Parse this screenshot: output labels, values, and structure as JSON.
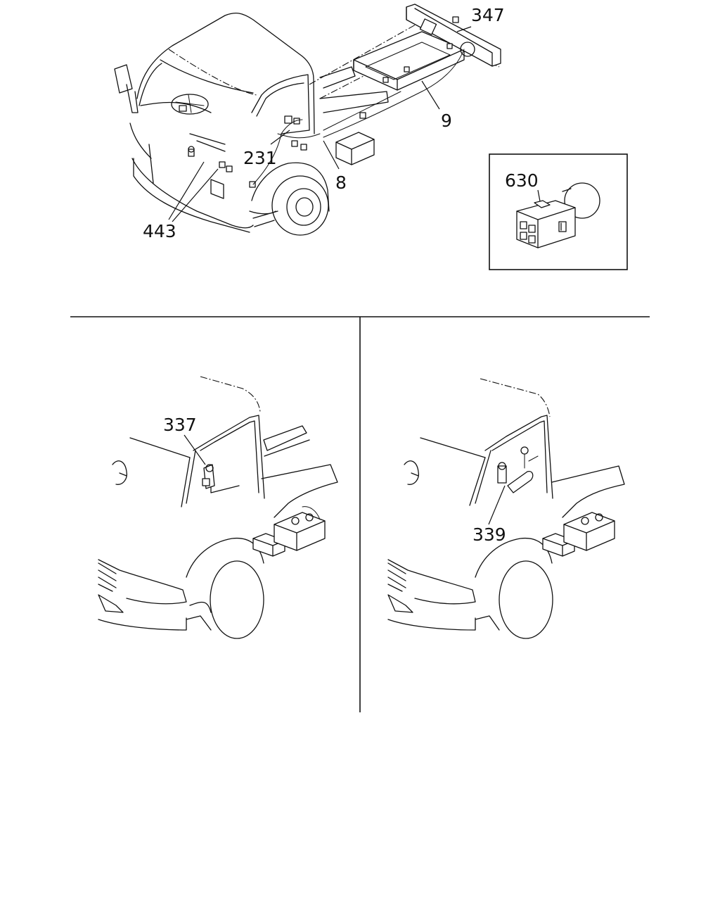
{
  "callouts": {
    "c347": "347",
    "c9": "9",
    "c231": "231",
    "c8": "8",
    "c443": "443",
    "c630": "630",
    "c337": "337",
    "c339": "339"
  }
}
